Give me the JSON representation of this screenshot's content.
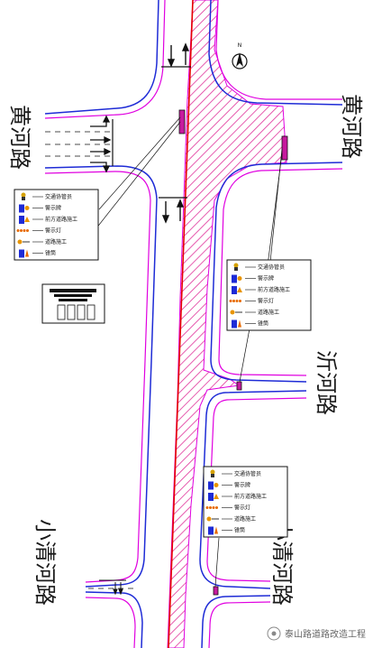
{
  "roads": {
    "huanghe_left": "黄河路",
    "huanghe_right": "黄河路",
    "yihe": "沂河路",
    "xiaoqinghe_left": "小清河路",
    "xiaoqinghe_right": "小清河路"
  },
  "compass": {
    "label": "N"
  },
  "legend": {
    "items": [
      {
        "label": "交通协管员",
        "icon": "traffic-warden-icon"
      },
      {
        "label": "警示牌",
        "icon": "warning-sign-icon"
      },
      {
        "label": "前方道路施工",
        "icon": "roadwork-ahead-sign-icon"
      },
      {
        "label": "警示灯",
        "icon": "warning-light-icon"
      },
      {
        "label": "道路施工",
        "icon": "road-construction-icon"
      },
      {
        "label": "锥筒",
        "icon": "traffic-cone-icon"
      }
    ]
  },
  "watermark": {
    "text": "泰山路道路改造工程"
  },
  "colors": {
    "hatch": "#e0339a",
    "boundary_magenta": "#e000e0",
    "edge_blue": "#1e2bd6",
    "centerline_red": "#e60000",
    "marker": "#c61a9e"
  }
}
